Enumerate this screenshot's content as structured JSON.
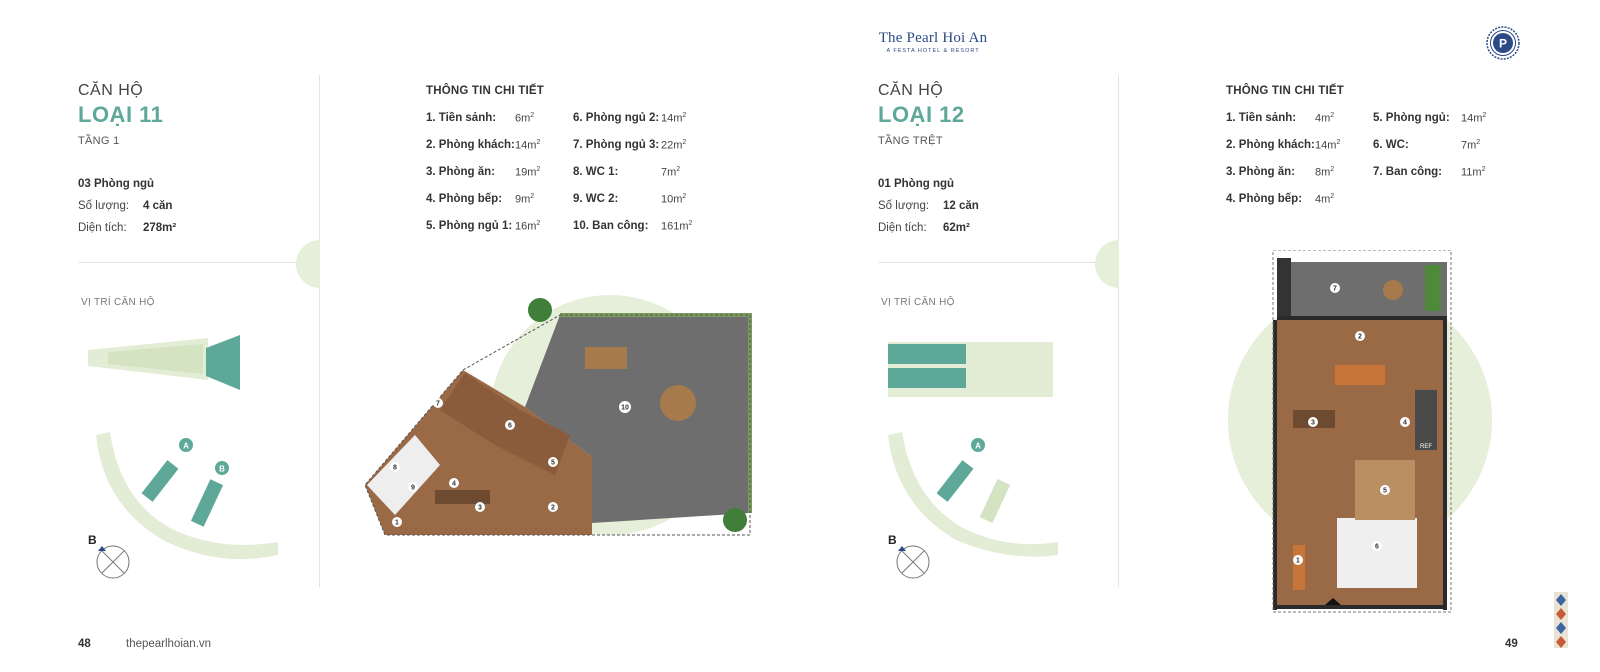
{
  "brand": {
    "name": "The Pearl Hoi An",
    "tagline": "A FESTA HOTEL & RESORT",
    "seal_letter": "P"
  },
  "colors": {
    "accent_teal": "#5ea89a",
    "brand_blue": "#2b4a86",
    "light_green": "#e6efda",
    "floor_wood": "#9a6a46",
    "terrace_grey": "#6e6e6e"
  },
  "left_page": {
    "apartment_label": "CĂN HỘ",
    "apartment_type": "LOẠI 11",
    "floor": "TẦNG 1",
    "bedrooms": "03 Phòng ngủ",
    "quantity_label": "Số lượng:",
    "quantity_value": "4 căn",
    "area_label": "Diện tích:",
    "area_value": "278m²",
    "location_label": "VỊ TRÍ CĂN HỘ",
    "compass_letter": "B",
    "map_markers": [
      "A",
      "B"
    ],
    "details_title": "THÔNG TIN CHI TIẾT",
    "details_col1": [
      {
        "name": "1. Tiền sảnh:",
        "value": "6m"
      },
      {
        "name": "2. Phòng khách:",
        "value": "14m"
      },
      {
        "name": "3. Phòng ăn:",
        "value": "19m"
      },
      {
        "name": "4. Phòng bếp:",
        "value": "9m"
      },
      {
        "name": "5. Phòng ngủ 1:",
        "value": "16m"
      }
    ],
    "details_col2": [
      {
        "name": "6. Phòng ngủ 2:",
        "value": "14m"
      },
      {
        "name": "7. Phòng ngủ 3:",
        "value": "22m"
      },
      {
        "name": "8. WC 1:",
        "value": "7m"
      },
      {
        "name": "9. WC 2:",
        "value": "10m"
      },
      {
        "name": "10. Ban công:",
        "value": "161m"
      }
    ],
    "page_number": "48",
    "website": "thepearlhoian.vn",
    "plan_labels": [
      "1",
      "2",
      "3",
      "4",
      "5",
      "6",
      "7",
      "8",
      "9",
      "10"
    ]
  },
  "right_page": {
    "apartment_label": "CĂN HỘ",
    "apartment_type": "LOẠI 12",
    "floor": "TẦNG TRỆT",
    "bedrooms": "01 Phòng ngủ",
    "quantity_label": "Số lượng:",
    "quantity_value": "12 căn",
    "area_label": "Diện tích:",
    "area_value": "62m²",
    "location_label": "VỊ TRÍ CĂN HỘ",
    "compass_letter": "B",
    "map_markers": [
      "A"
    ],
    "details_title": "THÔNG TIN CHI TIẾT",
    "details_col1": [
      {
        "name": "1. Tiền sảnh:",
        "value": "4m"
      },
      {
        "name": "2. Phòng khách:",
        "value": "14m"
      },
      {
        "name": "3. Phòng ăn:",
        "value": "8m"
      },
      {
        "name": "4. Phòng bếp:",
        "value": "4m"
      }
    ],
    "details_col2": [
      {
        "name": "5. Phòng ngủ:",
        "value": "14m"
      },
      {
        "name": "6. WC:",
        "value": "7m"
      },
      {
        "name": "7. Ban công:",
        "value": "11m"
      }
    ],
    "page_number": "49",
    "plan_labels": [
      "1",
      "2",
      "3",
      "4",
      "5",
      "6",
      "7"
    ],
    "fridge_label": "REF"
  },
  "unit_superscript": "2"
}
